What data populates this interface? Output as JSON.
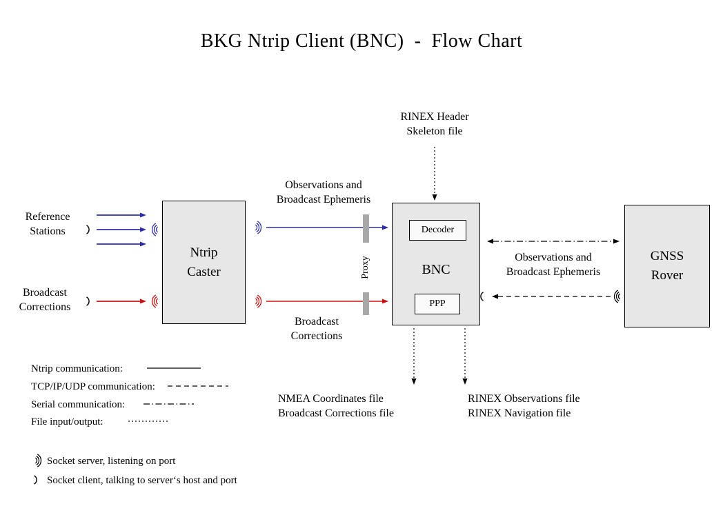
{
  "title": "BKG Ntrip Client (BNC)  -  Flow Chart",
  "colors": {
    "blue": "#2e2ea8",
    "red": "#cc1111",
    "black": "#000000",
    "box-fill": "#e7e7e7",
    "inner-box-fill": "#fafafa",
    "proxy-bar": "#a8a8a8"
  },
  "nodes": {
    "caster": "Ntrip\nCaster",
    "bnc": "BNC",
    "decoder": "Decoder",
    "ppp": "PPP",
    "rover": "GNSS\nRover"
  },
  "labels": {
    "reference_stations": "Reference\nStations",
    "broadcast_corrections_left": "Broadcast\nCorrections",
    "observations_top": "Observations and\nBroadcast Ephemeris",
    "proxy": "Proxy",
    "rinex_header": "RINEX Header\nSkeleton file",
    "observations_right": "Observations and\nBroadcast Ephemeris",
    "broadcast_corrections_mid": "Broadcast\nCorrections",
    "nmea_files": "NMEA Coordinates file\nBroadcast Corrections file",
    "rinex_files": "RINEX Observations file\nRINEX Navigation file"
  },
  "legend": {
    "ntrip": "Ntrip communication:",
    "tcp": "TCP/IP/UDP communication:",
    "serial": "Serial communication:",
    "file": "File input/output:",
    "socket_server": "Socket server, listening on port",
    "socket_client": "Socket client, talking to server‘s host and port"
  }
}
